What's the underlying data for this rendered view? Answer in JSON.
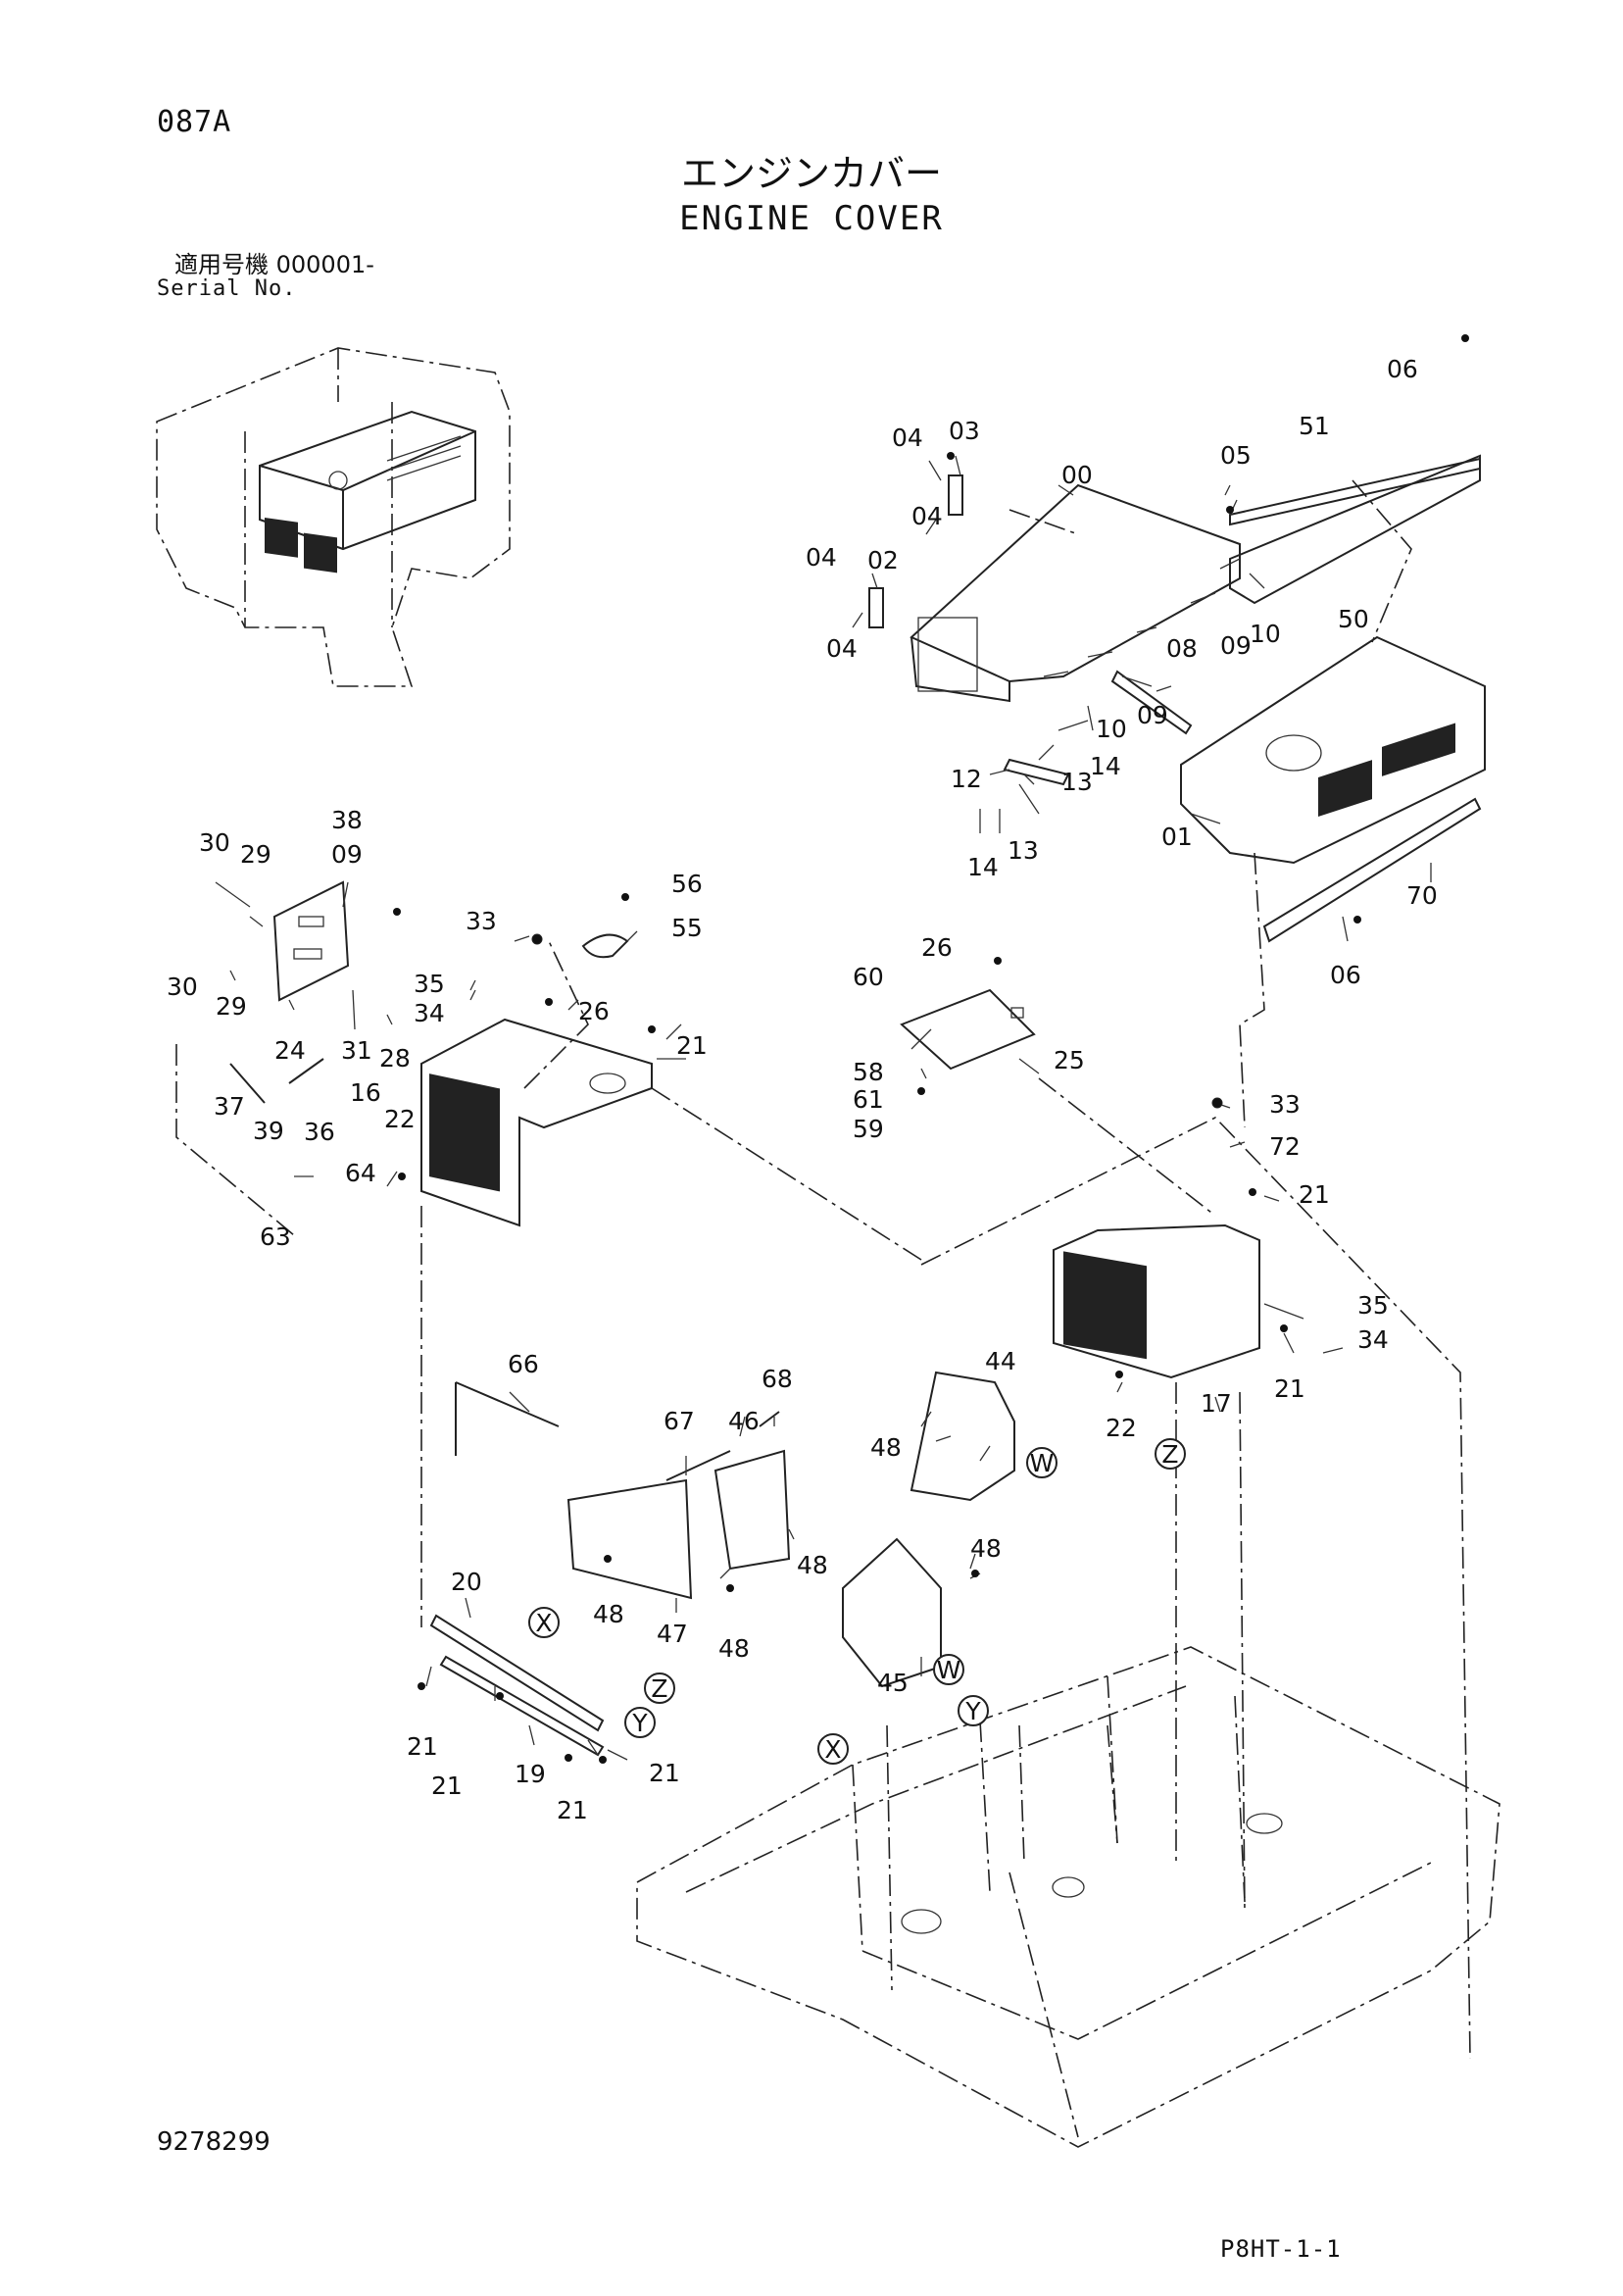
{
  "header": {
    "page_code": "087A",
    "title_jp": "エンジンカバー",
    "title_en": "ENGINE COVER",
    "serial_jp": "適用号機  000001-",
    "serial_en": "Serial No."
  },
  "footer": {
    "doc_number": "9278299",
    "sheet_code": "P8HT-1-1"
  },
  "callouts": {
    "c00": "00",
    "c01": "01",
    "c02": "02",
    "c03": "03",
    "c04a": "04",
    "c04b": "04",
    "c04c": "04",
    "c04d": "04",
    "c05": "05",
    "c06a": "06",
    "c06b": "06",
    "c08": "08",
    "c09a": "09",
    "c09b": "09",
    "c09c": "09",
    "c10a": "10",
    "c10b": "10",
    "c12": "12",
    "c13a": "13",
    "c13b": "13",
    "c14a": "14",
    "c14b": "14",
    "c16": "16",
    "c17": "17",
    "c19": "19",
    "c20": "20",
    "c21a": "21",
    "c21b": "21",
    "c21c": "21",
    "c21d": "21",
    "c21e": "21",
    "c21f": "21",
    "c21g": "21",
    "c22a": "22",
    "c22b": "22",
    "c24": "24",
    "c25": "25",
    "c26a": "26",
    "c26b": "26",
    "c28": "28",
    "c29a": "29",
    "c29b": "29",
    "c30a": "30",
    "c30b": "30",
    "c31": "31",
    "c33a": "33",
    "c33b": "33",
    "c34a": "34",
    "c34b": "34",
    "c35a": "35",
    "c35b": "35",
    "c36": "36",
    "c37": "37",
    "c38": "38",
    "c39": "39",
    "c44": "44",
    "c45": "45",
    "c46": "46",
    "c47": "47",
    "c48a": "48",
    "c48b": "48",
    "c48c": "48",
    "c48d": "48",
    "c48e": "48",
    "c50": "50",
    "c51": "51",
    "c55": "55",
    "c56": "56",
    "c58": "58",
    "c59": "59",
    "c60": "60",
    "c61": "61",
    "c63": "63",
    "c64": "64",
    "c66": "66",
    "c67": "67",
    "c68": "68",
    "c70": "70",
    "c72": "72"
  },
  "ref_markers": {
    "W1": "W",
    "W2": "W",
    "X1": "X",
    "X2": "X",
    "Y1": "Y",
    "Y2": "Y",
    "Z1": "Z",
    "Z2": "Z"
  }
}
